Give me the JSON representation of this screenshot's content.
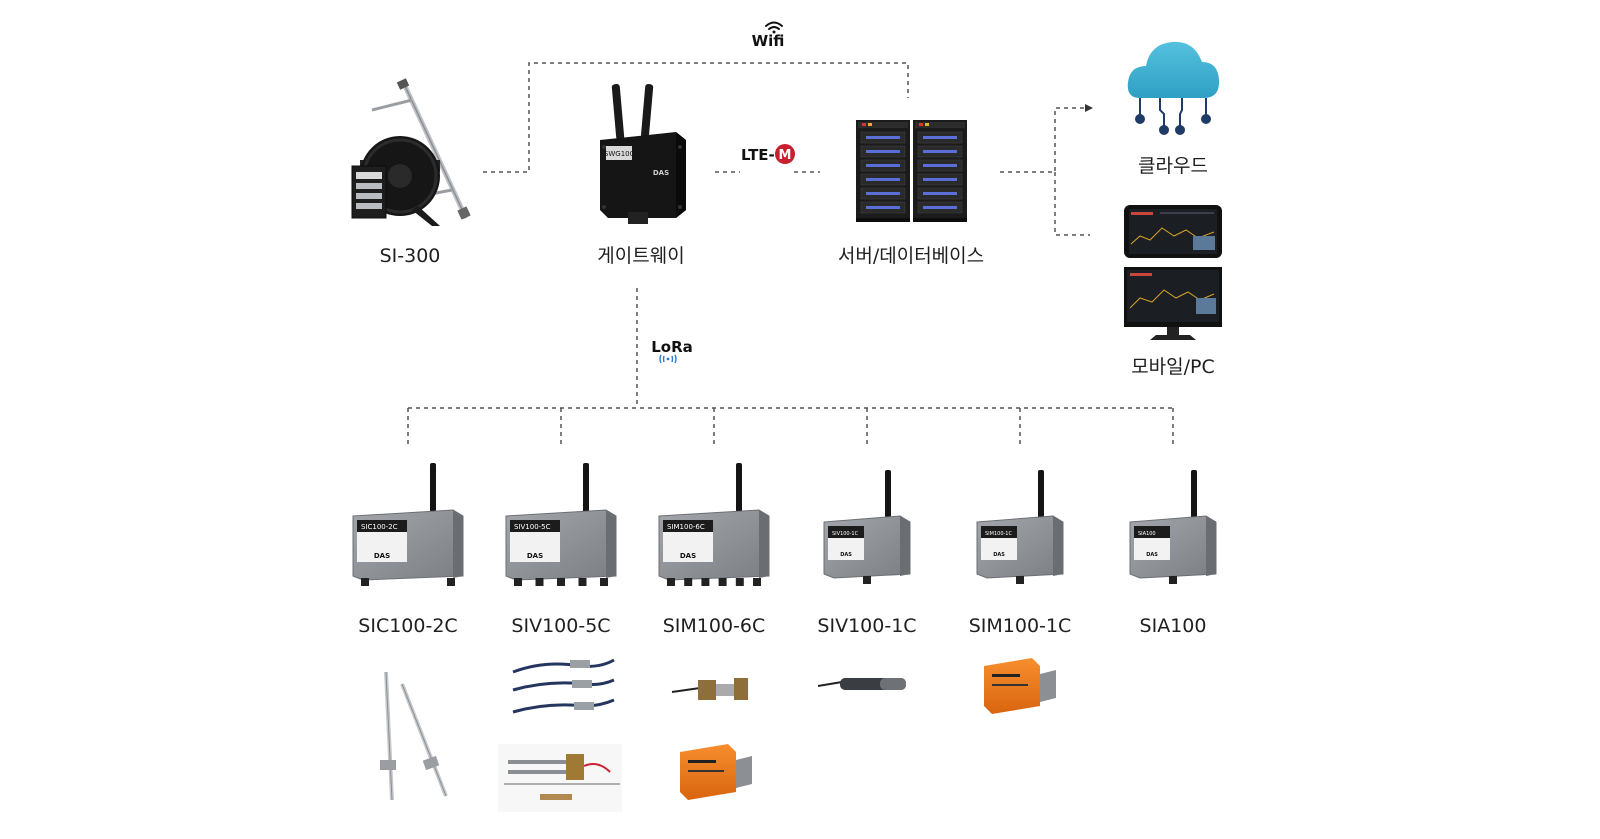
{
  "protocols": {
    "wifi": "Wifi",
    "lte": "LTE-",
    "lte_badge": "M",
    "lora": "LoRa"
  },
  "top_nodes": {
    "si300": "SI-300",
    "gateway": "게이트웨이",
    "server": "서버/데이터베이스",
    "cloud": "클라우드",
    "mobile_pc": "모바일/PC"
  },
  "gateway_device": {
    "model_text": "SWG100",
    "brand": "DAS"
  },
  "loggers": [
    {
      "label": "SIC100-2C",
      "plate": "SIC100-2C",
      "brand": "DAS"
    },
    {
      "label": "SIV100-5C",
      "plate": "SIV100-5C",
      "brand": "DAS"
    },
    {
      "label": "SIM100-6C",
      "plate": "SIM100-6C",
      "brand": "DAS"
    },
    {
      "label": "SIV100-1C",
      "plate": "SIV100-1C",
      "brand": "DAS"
    },
    {
      "label": "SIM100-1C",
      "plate": "SIM100-1C",
      "brand": "DAS"
    },
    {
      "label": "SIA100",
      "plate": "SIA100",
      "brand": "DAS"
    }
  ],
  "colors": {
    "cloud": "#4bb8d6",
    "cloud_nodes": "#1f3b66",
    "device_gray": "#8e9196",
    "device_black": "#151515",
    "sensor_orange": "#f07d1e",
    "lte_red": "#c8202f",
    "server_blue": "#5a6ed8"
  },
  "icons": [
    "wifi-icon",
    "lora-icon",
    "cloud-icon",
    "server-icon",
    "monitor-icon",
    "mobile-icon"
  ]
}
